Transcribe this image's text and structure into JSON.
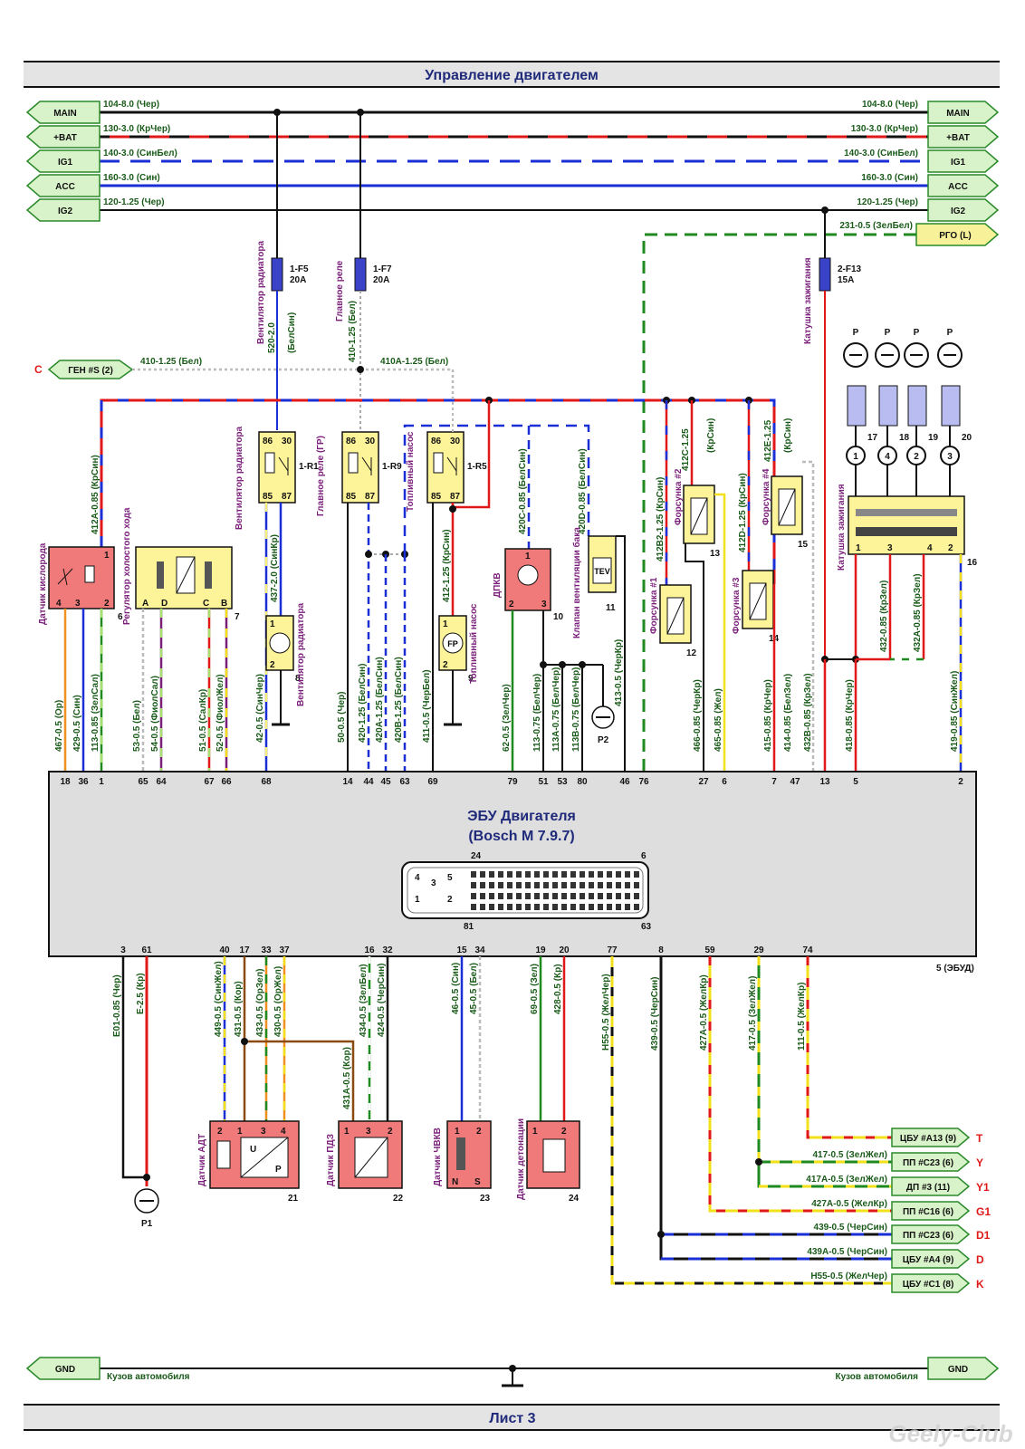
{
  "header": {
    "title": "Управление двигателем"
  },
  "footer": {
    "sheet": "Лист 3"
  },
  "watermark": "Geely-Club",
  "bus": {
    "left": [
      {
        "tag": "MAIN",
        "wire": "104-8.0 (Чер)"
      },
      {
        "tag": "+BAT",
        "wire": "130-3.0 (КрЧер)"
      },
      {
        "tag": "IG1",
        "wire": "140-3.0 (СинБел)"
      },
      {
        "tag": "ACC",
        "wire": "160-3.0 (Син)"
      },
      {
        "tag": "IG2",
        "wire": "120-1.25 (Чер)"
      }
    ],
    "right": [
      {
        "tag": "MAIN",
        "wire": "104-8.0 (Чер)"
      },
      {
        "tag": "+BAT",
        "wire": "130-3.0 (КрЧер)"
      },
      {
        "tag": "IG1",
        "wire": "140-3.0 (СинБел)"
      },
      {
        "tag": "ACC",
        "wire": "160-3.0 (Син)"
      },
      {
        "tag": "IG2",
        "wire": "120-1.25 (Чер)"
      }
    ],
    "rgo": {
      "tag": "РГО (L)",
      "wire": "231-0.5 (ЗелБел)"
    }
  },
  "fuses": [
    {
      "id": "1-F5",
      "amp": "20A",
      "label": "Вентилятор радиатора",
      "wire": "520-2.0",
      "color": "(БелСин)"
    },
    {
      "id": "1-F7",
      "amp": "20A",
      "label": "Главное реле",
      "wire": "410-1.25 (Бел)"
    },
    {
      "id": "2-F13",
      "amp": "15A",
      "label": "Катушка зажигания"
    }
  ],
  "gen": {
    "letter": "C",
    "tag": "ГЕН #S (2)",
    "wire1": "410-1.25 (Бел)",
    "wire2": "410A-1.25 (Бел)"
  },
  "relays": [
    {
      "name": "Вентилятор радиатора",
      "id": "1-R1",
      "p86": "86",
      "p30": "30",
      "p85": "85",
      "p87": "87"
    },
    {
      "name": "Главное реле (ГР)",
      "id": "1-R9",
      "p86": "86",
      "p30": "30",
      "p85": "85",
      "p87": "87"
    },
    {
      "name": "Топливный насос",
      "id": "1-R5",
      "p86": "86",
      "p30": "30",
      "p85": "85",
      "p87": "87"
    }
  ],
  "components_top": {
    "o2": {
      "name": "Датчик кислорода",
      "num": "6",
      "p1": "1",
      "p2": "2",
      "p3": "3",
      "p4": "4"
    },
    "iac": {
      "name": "Регулятор холостого хода",
      "num": "7",
      "pA": "A",
      "pD": "D",
      "pC": "C",
      "pB": "B"
    },
    "fan": {
      "name": "Вентилятор радиатора",
      "num": "8",
      "p1": "1",
      "p2": "2"
    },
    "pump": {
      "name": "Топливный насос",
      "num": "9",
      "p1": "1",
      "p2": "2",
      "sym": "FP"
    },
    "dpkv": {
      "name": "ДПКВ",
      "num": "10",
      "p1": "1",
      "p2": "2",
      "p3": "3"
    },
    "tev": {
      "name": "Клапан вентиляции бака",
      "num": "11",
      "sym": "TEV"
    },
    "inj1": {
      "name": "Форсунка #1",
      "num": "12"
    },
    "inj2": {
      "name": "Форсунка #2",
      "num": "13"
    },
    "inj3": {
      "name": "Форсунка #3",
      "num": "14"
    },
    "inj4": {
      "name": "Форсунка #4",
      "num": "15"
    },
    "coil": {
      "name": "Катушка зажигания",
      "num": "16",
      "p1": "1",
      "p3": "3",
      "p4": "4",
      "p2": "2"
    },
    "plugs": [
      {
        "num": "17",
        "cyl": "1",
        "p": "P"
      },
      {
        "num": "18",
        "cyl": "4",
        "p": "P"
      },
      {
        "num": "19",
        "cyl": "2",
        "p": "P"
      },
      {
        "num": "20",
        "cyl": "3",
        "p": "P"
      }
    ],
    "ground_p2": "P2"
  },
  "wires_top": [
    {
      "t": "412A-0.85 (КрСин)"
    },
    {
      "t": "467-0.5 (Ор)"
    },
    {
      "t": "429-0.5 (Син)"
    },
    {
      "t": "113-0.85 (ЗелСал)"
    },
    {
      "t": "53-0.5 (Бел)"
    },
    {
      "t": "54-0.5 (ФиолСал)"
    },
    {
      "t": "51-0.5 (СалКр)"
    },
    {
      "t": "52-0.5 (ФиолЖел)"
    },
    {
      "t": "437-2.0 (СинКр)"
    },
    {
      "t": "42-0.5 (СинЧер)"
    },
    {
      "t": "50-0.5 (Чер)"
    },
    {
      "t": "420-1.25 (БелСин)"
    },
    {
      "t": "420A-1.25 (БелСин)"
    },
    {
      "t": "420B-1.25 (БелСин)"
    },
    {
      "t": "412-1.25 (КрСин)"
    },
    {
      "t": "411-0.5 (ЧерБел)"
    },
    {
      "t": "420C-0.85 (БелСин)"
    },
    {
      "t": "420D-0.85 (БелСин)"
    },
    {
      "t": "62-0.5 (ЗелЧер)"
    },
    {
      "t": "113-0.75 (БелЧер)"
    },
    {
      "t": "113A-0.75 (БелЧер)"
    },
    {
      "t": "113B-0.75 (БелЧер)"
    },
    {
      "t": "413-0.5 (ЧерКр)"
    },
    {
      "t": "412B2-1.25 (КрСин)"
    },
    {
      "t": "412C-1.25"
    },
    {
      "t": "(КрСин)"
    },
    {
      "t": "466-0.85 (ЧерКр)"
    },
    {
      "t": "465-0.85 (Жел)"
    },
    {
      "t": "412D-1.25 (КрСин)"
    },
    {
      "t": "412E-1.25"
    },
    {
      "t": "(КрСин)"
    },
    {
      "t": "415-0.85 (КрЧер)"
    },
    {
      "t": "414-0.85 (БелЗел)"
    },
    {
      "t": "432B-0.85 (КрЗел)"
    },
    {
      "t": "418-0.85 (КрЧер)"
    },
    {
      "t": "432-0.85 (КрЗел)"
    },
    {
      "t": "432A-0.85 (КрЗел)"
    },
    {
      "t": "419-0.85 (СинЖел)"
    }
  ],
  "ecu": {
    "title": "ЭБУ Двигателя",
    "subtitle": "(Bosch M 7.9.7)",
    "ref": "5 (ЭБУД)",
    "conn": {
      "c24": "24",
      "c6": "6",
      "c81": "81",
      "c63": "63",
      "c4": "4",
      "c5": "5",
      "c3": "3",
      "c1": "1",
      "c2": "2"
    },
    "top_pins": [
      "18",
      "36",
      "1",
      "65",
      "64",
      "67",
      "66",
      "68",
      "14",
      "44",
      "45",
      "63",
      "69",
      "79",
      "51",
      "53",
      "80",
      "46",
      "76",
      "27",
      "6",
      "7",
      "47",
      "13",
      "5",
      "2"
    ],
    "bottom_pins": [
      "3",
      "61",
      "40",
      "17",
      "33",
      "37",
      "16",
      "32",
      "15",
      "34",
      "19",
      "20",
      "77",
      "8",
      "59",
      "29",
      "74"
    ]
  },
  "wires_bottom": [
    {
      "t": "E01-0.85 (Чер)"
    },
    {
      "t": "E-2.5 (Кр)"
    },
    {
      "t": "449-0.5 (СинЖел)"
    },
    {
      "t": "431-0.5 (Кор)"
    },
    {
      "t": "433-0.5 (ОрЗел)"
    },
    {
      "t": "430-0.5 (ОрЖел)"
    },
    {
      "t": "431A-0.5 (Кор)"
    },
    {
      "t": "434-0.5 (ЗелБел)"
    },
    {
      "t": "424-0.5 (ЧерСин)"
    },
    {
      "t": "46-0.5 (Син)"
    },
    {
      "t": "45-0.5 (Бел)"
    },
    {
      "t": "69-0.5 (Зел)"
    },
    {
      "t": "428-0.5 (Кр)"
    },
    {
      "t": "H55-0.5 (ЖелЧер)"
    },
    {
      "t": "439-0.5 (ЧерСин)"
    },
    {
      "t": "427A-0.5 (ЖелКр)"
    },
    {
      "t": "417-0.5 (ЗелЖел)"
    },
    {
      "t": "111-0.5 (ЖелКр)"
    }
  ],
  "components_bottom": {
    "adt": {
      "name": "Датчик АДТ",
      "num": "21",
      "p2": "2",
      "p1": "1",
      "p3": "3",
      "p4": "4",
      "u": "U",
      "p": "P"
    },
    "pdz": {
      "name": "Датчик ПДЗ",
      "num": "22",
      "p1": "1",
      "p3": "3",
      "p2": "2"
    },
    "chvkv": {
      "name": "Датчик ЧВКВ",
      "num": "23",
      "p1": "1",
      "p2": "2",
      "n": "N",
      "s": "S"
    },
    "det": {
      "name": "Датчик детонации",
      "num": "24",
      "p1": "1",
      "p2": "2"
    },
    "ground_p1": "P1"
  },
  "right_tags": [
    {
      "tag": "ЦБУ #A13 (9)",
      "letter": "T",
      "wire": ""
    },
    {
      "tag": "ПП #C23 (6)",
      "letter": "Y",
      "wire": "417-0.5 (ЗелЖел)"
    },
    {
      "tag": "ДП #3 (11)",
      "letter": "Y1",
      "wire": "417A-0.5 (ЗелЖел)"
    },
    {
      "tag": "ПП #C16 (6)",
      "letter": "G1",
      "wire": "427A-0.5 (ЖелКр)"
    },
    {
      "tag": "ПП #C23 (6)",
      "letter": "D1",
      "wire": "439-0.5 (ЧерСин)"
    },
    {
      "tag": "ЦБУ #A4 (9)",
      "letter": "D",
      "wire": "439A-0.5 (ЧерСин)"
    },
    {
      "tag": "ЦБУ #C1 (8)",
      "letter": "K",
      "wire": "H55-0.5 (ЖелЧер)"
    }
  ],
  "gnd": {
    "left": "GND",
    "right": "GND",
    "body_left": "Кузов автомобиля",
    "body_right": "Кузов автомобиля"
  },
  "colors": {
    "red": "#e01818",
    "blue": "#1a2fd6",
    "green": "#1f8a1f",
    "yellow": "#f2e11a",
    "black": "#111111",
    "tag_fill": "#d8f2c9",
    "yel_fill": "#fdf49a",
    "pink_fill": "#f07a7a",
    "ecu_fill": "#dedede"
  }
}
